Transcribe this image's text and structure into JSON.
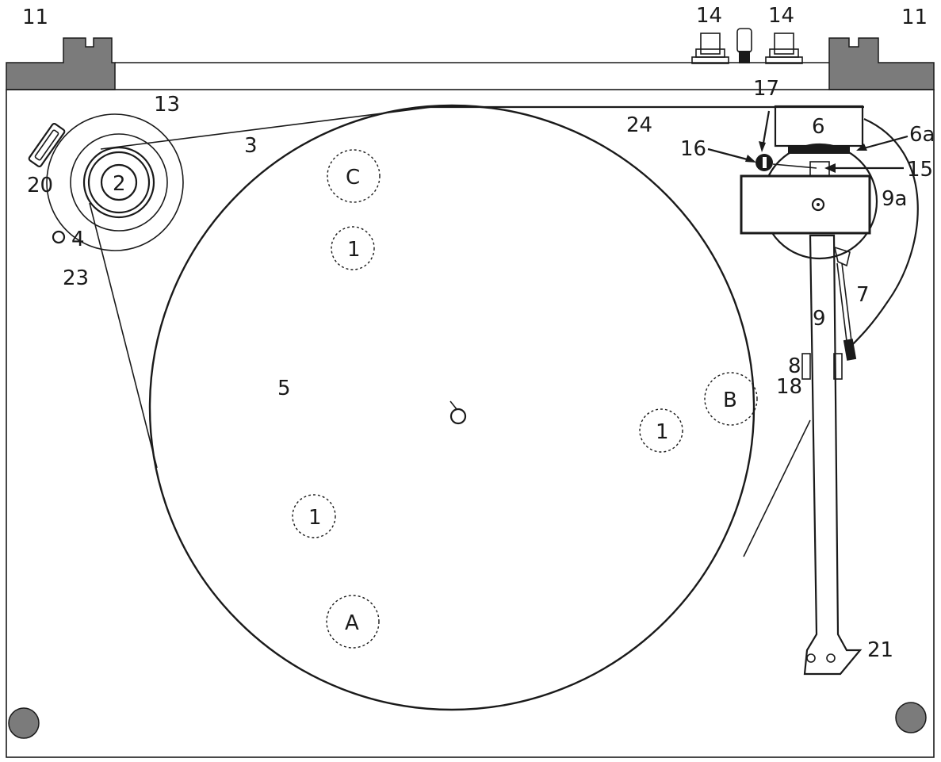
{
  "labels": {
    "feet_left": "11",
    "feet_right": "11",
    "sockets_left": "14",
    "sockets_right": "14",
    "motor_unit": "13",
    "belt": "3",
    "pulley": "2",
    "switch": "20",
    "led": "4",
    "motor_housing": "23",
    "platter": "5",
    "hole_c": "C",
    "hole_b": "B",
    "hole_a": "A",
    "hole_1_top": "1",
    "hole_1_right": "1",
    "hole_1_left": "1",
    "tonearm_base_gap": "24",
    "arm_bearing": "6",
    "arm_bearing_scale": "6a",
    "counterweight_screw": "17",
    "bias_weight": "16",
    "antiskate": "15",
    "arm_block": "9a",
    "arm_lift": "7",
    "arm_tube": "9",
    "armrest": "8",
    "arm_clip": "18",
    "headshell": "21"
  },
  "colors": {
    "feet_fill": "#7b7b7b",
    "line": "#1a1a1a",
    "background": "#ffffff"
  }
}
